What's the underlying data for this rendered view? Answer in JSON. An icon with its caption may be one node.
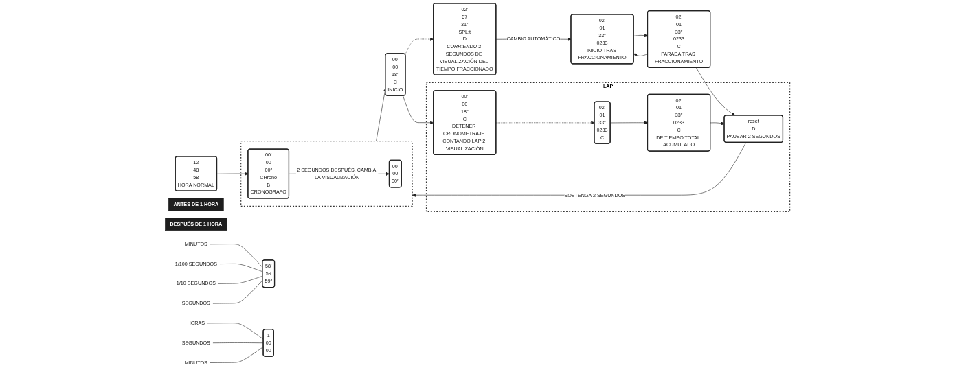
{
  "diagram": {
    "nodes": [
      {
        "text": [
          "12",
          "48",
          "58",
          "HORA NORMAL"
        ]
      },
      {
        "text": [],
        "shape": "box"
      },
      {
        "text": [
          "00′",
          "00",
          "00″",
          "CHrono",
          "B",
          "CRONÓGRAFO"
        ],
        "in": 1
      },
      {
        "text": [
          "00′",
          "00",
          "00″"
        ],
        "in": 1
      },
      {
        "text": [
          "00′",
          "00",
          "18″",
          "C",
          "INICIO"
        ]
      },
      {
        "text": [
          "02′",
          "57",
          "31″",
          "SPL:t",
          "D",
          "*CORRIENDO* 2 SEGUNDOS DE VISUALIZACIÓN DEL TIEMPO FRACCIONADO"
        ]
      },
      {
        "text": [
          "02′",
          "01",
          "33″",
          "0233",
          "INICIO TRAS FRACCIONAMIENTO"
        ]
      },
      {
        "text": [
          "02′",
          "01",
          "33″",
          "0233",
          "C",
          "PARADA TRAS FRACCIONAMIENTO"
        ]
      },
      {
        "text": [
          "LAP"
        ]
      },
      {
        "text": [
          "00′",
          "00",
          "18″",
          "C",
          "DETENER CRONOMETRAJE CONTANDO LAP 2 VISUALIZACIÓN"
        ],
        "in": 8
      },
      {
        "text": [
          "02′",
          "01",
          "33″",
          "0233",
          "C"
        ],
        "in": 8
      },
      {
        "text": [
          "02′",
          "01",
          "33″",
          "0233",
          "C",
          "DE TIEMPO TOTAL ACUMULADO"
        ],
        "in": 8
      },
      {
        "text": [
          "reset",
          "D",
          "PAUSAR 2 SEGUNDOS"
        ],
        "in": 8
      },
      {
        "text": [
          "ANTES DE 1 HORA"
        ]
      },
      {
        "text": [
          "DESPUÉS DE 1 HORA"
        ]
      },
      {
        "text": [
          "58′",
          "59",
          "59″"
        ]
      },
      {
        "text": [
          "1",
          "00",
          "00"
        ]
      },
      {
        "text": [
          "MINUTOS"
        ]
      },
      {
        "text": [
          "1/100 SEGUNDOS"
        ]
      },
      {
        "text": [
          "1/10 SEGUNDOS"
        ]
      },
      {
        "text": [
          "SEGUNDOS"
        ]
      },
      {
        "text": [
          "HORAS"
        ]
      },
      {
        "text": [
          "SEGUNDOS"
        ]
      },
      {
        "text": [
          "MINUTOS"
        ]
      }
    ],
    "edges": [
      {
        "from": 0,
        "to": 2,
        "arrow": "to"
      },
      {
        "from": 2,
        "to": 3,
        "arrow": "to",
        "label": "2 SEGUNDOS DESPUÉS, CAMBIA LA VISUALIZACIÓN"
      },
      {
        "from": 1,
        "to": 4,
        "arrow": "to"
      },
      {
        "from": 4,
        "to": 5,
        "arrow": "to",
        "style": "dashed"
      },
      {
        "from": 5,
        "to": 6,
        "arrow": "to",
        "label": "CAMBIO AUTOMÁTICO"
      },
      {
        "from": 6,
        "to": 7,
        "arrow": "to"
      },
      {
        "from": 7,
        "to": 6,
        "arrow": "to"
      },
      {
        "from": 4,
        "to": 9,
        "arrow": "to"
      },
      {
        "from": 7,
        "to": 12,
        "arrow": "to"
      },
      {
        "from": 9,
        "to": 10,
        "arrow": "to",
        "style": "dashed"
      },
      {
        "from": 10,
        "to": 11,
        "arrow": "to"
      },
      {
        "from": 11,
        "to": 12,
        "arrow": "to"
      },
      {
        "from": 12,
        "to": 1,
        "arrow": "to",
        "label": "SOSTENGA 2 SEGUNDOS"
      },
      {
        "from": 17,
        "to": 15,
        "arrow": "none"
      },
      {
        "from": 18,
        "to": 15,
        "arrow": "none"
      },
      {
        "from": 19,
        "to": 15,
        "arrow": "none"
      },
      {
        "from": 20,
        "to": 15,
        "arrow": "none"
      },
      {
        "from": 21,
        "to": 16,
        "arrow": "none"
      },
      {
        "from": 22,
        "to": 16,
        "arrow": "none"
      },
      {
        "from": 23,
        "to": 16,
        "arrow": "none"
      }
    ]
  }
}
